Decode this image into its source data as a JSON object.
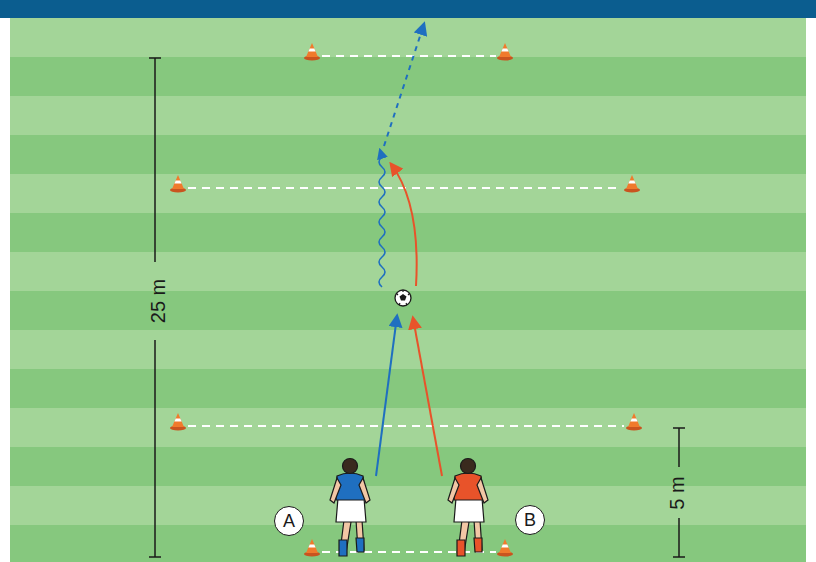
{
  "diagram": {
    "nodes": [
      {
        "text": [
          "A"
        ]
      },
      {
        "text": [
          "B"
        ]
      }
    ],
    "labels": [
      "25 m",
      "5 m"
    ]
  }
}
